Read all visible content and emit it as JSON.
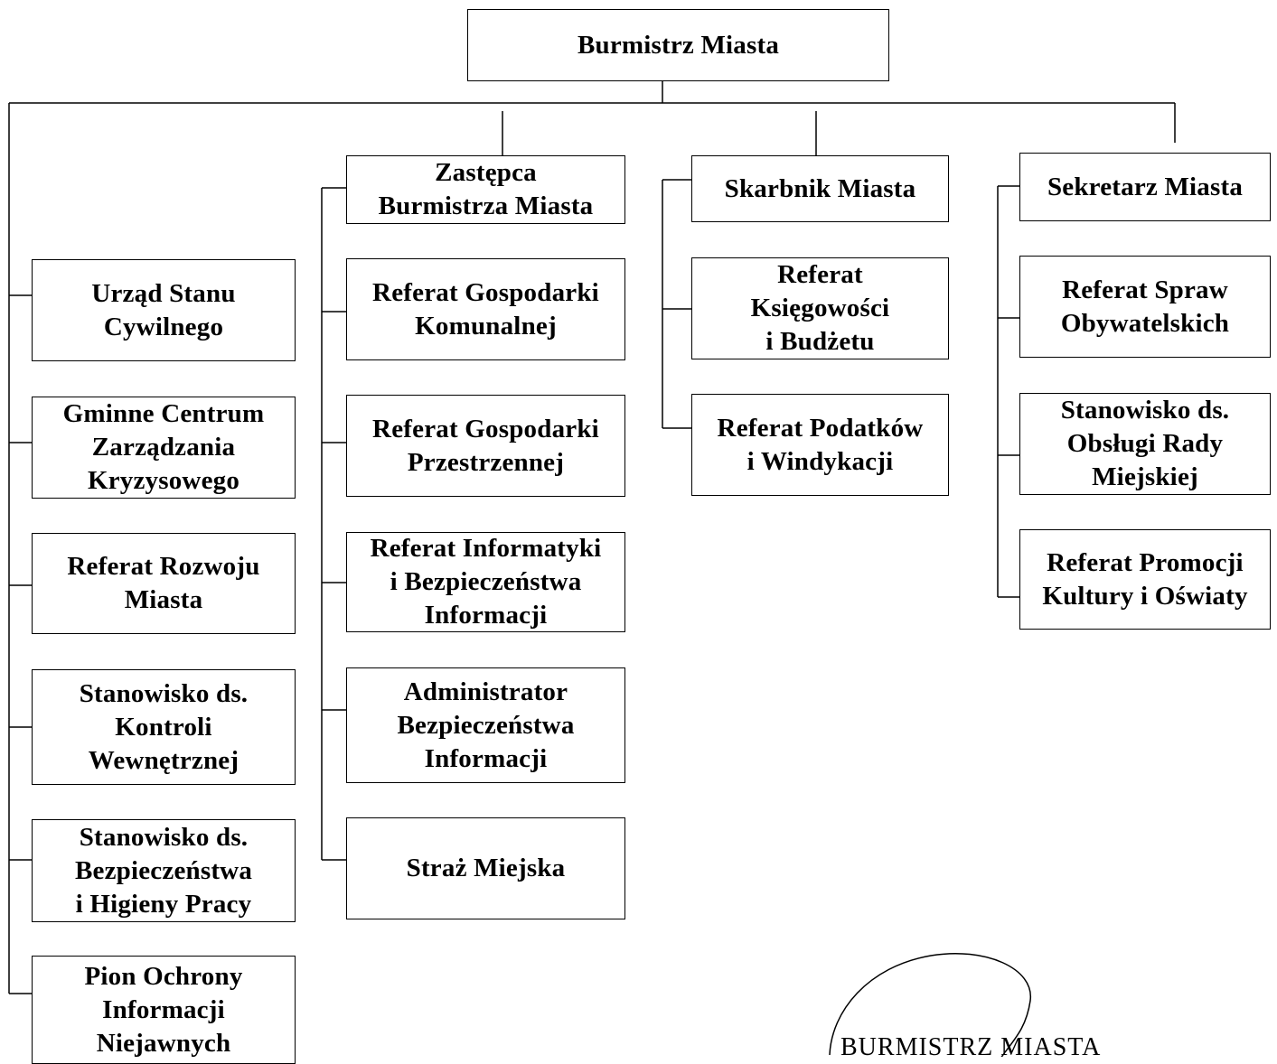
{
  "org_chart": {
    "root": {
      "label": "Burmistrz Miasta"
    },
    "direct_units": [
      {
        "id": "usc",
        "label": "Urząd Stanu\nCywilnego"
      },
      {
        "id": "gczk",
        "label": "Gminne Centrum\nZarządzania\nKryzysowego"
      },
      {
        "id": "rozwoj",
        "label": "Referat Rozwoju\nMiasta"
      },
      {
        "id": "kontrola",
        "label": "Stanowisko ds.\nKontroli\nWewnętrznej"
      },
      {
        "id": "bhp",
        "label": "Stanowisko ds.\nBezpieczeństwa\ni Higieny Pracy"
      },
      {
        "id": "pion",
        "label": "Pion Ochrony\nInformacji\nNiejawnych"
      }
    ],
    "deputy": {
      "label": "Zastępca\nBurmistrza Miasta",
      "units": [
        {
          "id": "komunalna",
          "label": "Referat Gospodarki\nKomunalnej"
        },
        {
          "id": "przestrzenna",
          "label": "Referat Gospodarki\nPrzestrzennej"
        },
        {
          "id": "informatyka",
          "label": "Referat Informatyki\ni Bezpieczeństwa\nInformacji"
        },
        {
          "id": "abi",
          "label": "Administrator\nBezpieczeństwa\nInformacji"
        },
        {
          "id": "straz",
          "label": "Straż Miejska"
        }
      ]
    },
    "treasurer": {
      "label": "Skarbnik Miasta",
      "units": [
        {
          "id": "ksiegowosc",
          "label": "Referat\nKsięgowości\ni  Budżetu"
        },
        {
          "id": "podatki",
          "label": "Referat Podatków\ni Windykacji"
        }
      ]
    },
    "secretary": {
      "label": "Sekretarz Miasta",
      "units": [
        {
          "id": "obywatelskie",
          "label": "Referat Spraw\nObywatelskich"
        },
        {
          "id": "rada",
          "label": "Stanowisko ds.\nObsługi Rady\nMiejskiej"
        },
        {
          "id": "promocja",
          "label": "Referat Promocji\nKultury i Oświaty"
        }
      ]
    }
  },
  "stamp": {
    "text": "BURMISTRZ MIASTA"
  }
}
